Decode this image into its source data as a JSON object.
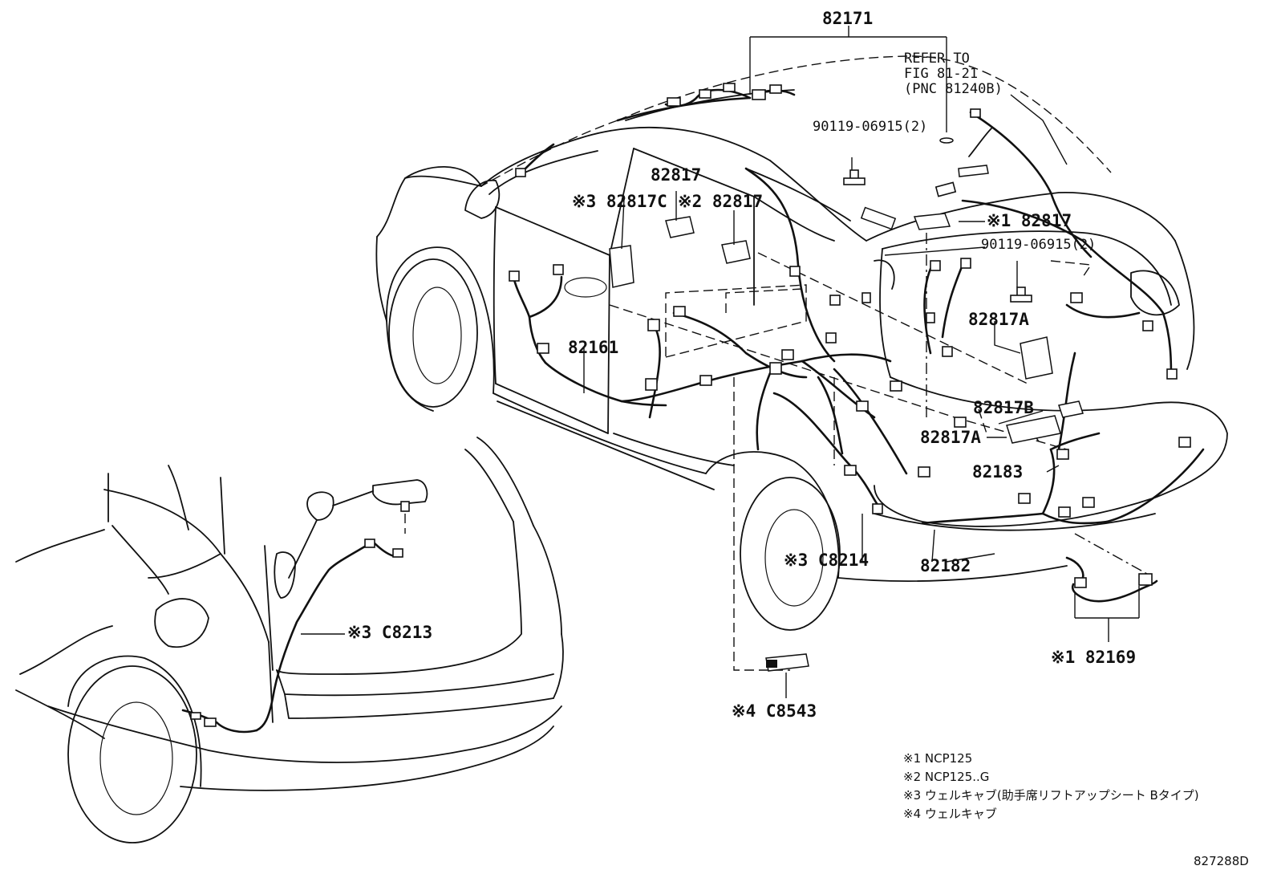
{
  "diagram": {
    "callouts": {
      "c82171": "82171",
      "refer1": "REFER TO",
      "refer2": "FIG 81-21",
      "refer3": "(PNC 81240B)",
      "bolt1": "90119-06915(2)",
      "bolt2": "90119-06915(2)",
      "c82817": "82817",
      "c82817c": "※3 82817C",
      "c82817n2": "※2 82817",
      "c82817n1": "※1 82817",
      "c82817a_top": "82817A",
      "c82161": "82161",
      "c82817b": "82817B",
      "c82817a_low": "82817A",
      "c82183": "82183",
      "c82182": "82182",
      "cC8214": "※3 C8214",
      "c82169": "※1 82169",
      "cC8213": "※3 C8213",
      "cC8543": "※4 C8543"
    },
    "notes": [
      "※1 NCP125",
      "※2 NCP125..G",
      "※3 ウェルキャブ(助手席リフトアップシート Bタイプ)",
      "※4 ウェルキャブ"
    ],
    "figure_code": "827288D"
  }
}
